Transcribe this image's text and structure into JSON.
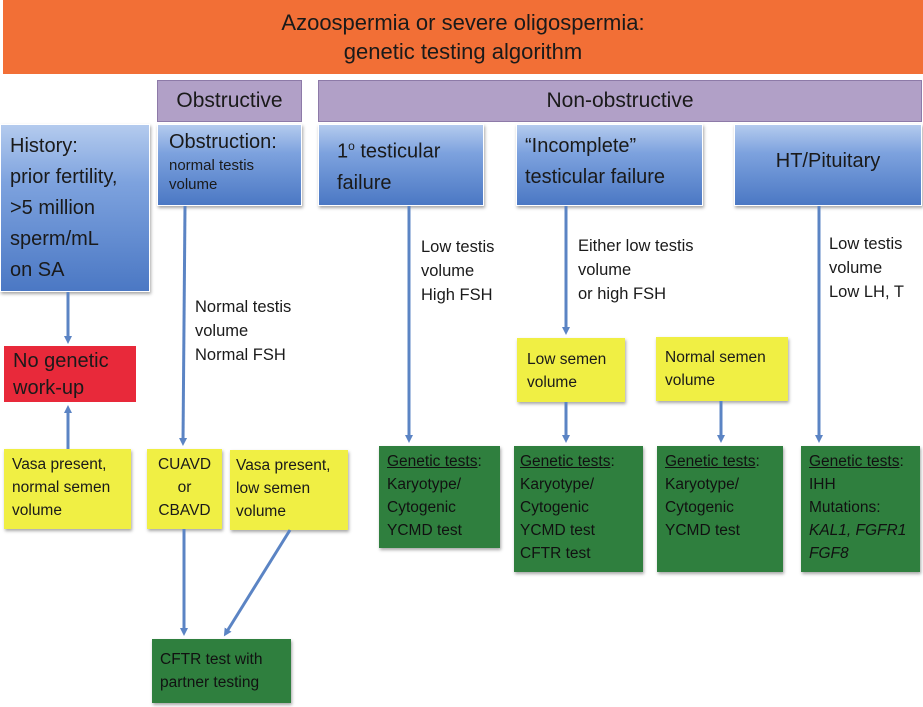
{
  "title": {
    "line1": "Azoospermia or severe oligospermia:",
    "line2": "genetic testing algorithm"
  },
  "categories": {
    "obstructive": "Obstructive",
    "non_obstructive": "Non-obstructive"
  },
  "history": {
    "lines": [
      "History:",
      "prior fertility,",
      ">5 million",
      "sperm/mL",
      "on SA"
    ]
  },
  "obstruction": {
    "heading": "Obstruction:",
    "sub1": "normal testis",
    "sub2": "volume"
  },
  "primary_failure": {
    "sup": "o",
    "num": "1",
    "rest": " testicular",
    "line2": "failure"
  },
  "incomplete_failure": {
    "line1": "“Incomplete”",
    "line2": "testicular failure"
  },
  "ht_pituitary": {
    "label": "HT/Pituitary"
  },
  "edge_labels": {
    "normal_fsh": [
      "Normal testis",
      "volume",
      "Normal FSH"
    ],
    "low_high_fsh": [
      "Low testis",
      "volume",
      "High FSH"
    ],
    "either": [
      "Either low testis",
      "volume",
      "or high FSH"
    ],
    "low_lh": [
      "Low testis",
      "volume",
      "Low LH, T"
    ]
  },
  "no_genetic": {
    "line1": "No genetic",
    "line2": "work-up"
  },
  "vasa_normal": [
    "Vasa present,",
    "normal semen",
    "volume"
  ],
  "cuavd": [
    "CUAVD",
    "or",
    "CBAVD"
  ],
  "vasa_low": [
    "Vasa present,",
    "low semen",
    "volume"
  ],
  "low_semen": [
    "Low semen",
    "volume"
  ],
  "normal_semen": [
    "Normal semen",
    "volume"
  ],
  "cftr_partner": [
    "CFTR test with",
    "partner testing"
  ],
  "genetic_heading": "Genetic tests",
  "genetic_colon": ":",
  "gt_primary": [
    "Karyotype/",
    "Cytogenic",
    "YCMD test"
  ],
  "gt_incomplete": [
    "Karyotype/",
    "Cytogenic",
    "YCMD test",
    "CFTR test"
  ],
  "gt_normal": [
    "Karyotype/",
    "Cytogenic",
    "YCMD test"
  ],
  "gt_ht": {
    "line1": "IHH",
    "line2": "Mutations:",
    "line3": "KAL1, FGFR1",
    "line4": "FGF8"
  },
  "colors": {
    "title_bg": "#f26f36",
    "category_bg": "#b1a0c7",
    "node_blue": "#4b78c4",
    "node_yellow": "#f0ef44",
    "node_green": "#2f7f3e",
    "node_red": "#e8293a",
    "arrow": "#5b84c4"
  }
}
